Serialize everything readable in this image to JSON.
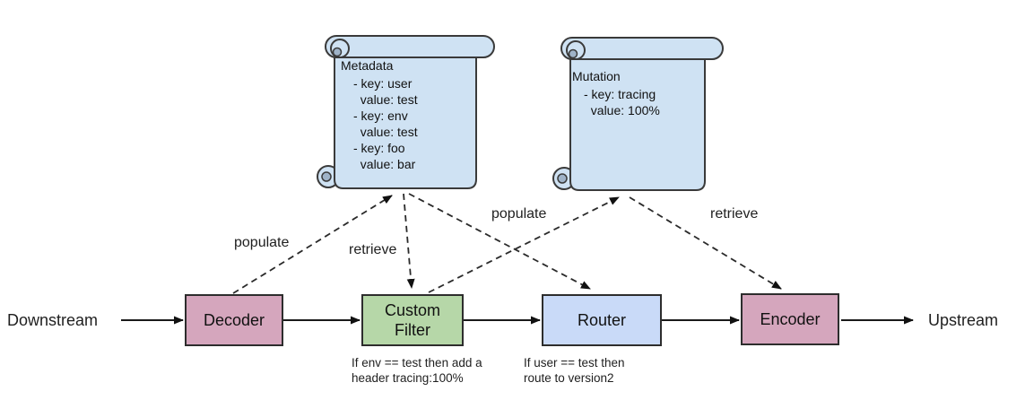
{
  "diagram": {
    "endpoints": {
      "left": "Downstream",
      "right": "Upstream"
    },
    "nodes": [
      {
        "id": "decoder",
        "label": "Decoder",
        "fill": "#d5a6bd"
      },
      {
        "id": "custom-filter",
        "label": "Custom Filter",
        "fill": "#b6d7a8",
        "note": "If env == test then add a\nheader tracing:100%"
      },
      {
        "id": "router",
        "label": "Router",
        "fill": "#c9daf8",
        "note": "If user == test then\nroute to version2"
      },
      {
        "id": "encoder",
        "label": "Encoder",
        "fill": "#d5a6bd"
      }
    ],
    "scrolls": [
      {
        "id": "metadata",
        "title": "Metadata",
        "body": "- key: user\n  value: test\n- key: env\n  value: test\n- key: foo\n  value: bar",
        "fill": "#cfe2f3"
      },
      {
        "id": "mutation",
        "title": "Mutation",
        "body": "- key: tracing\n  value: 100%",
        "fill": "#cfe2f3"
      }
    ],
    "edges": [
      {
        "from": "decoder",
        "to": "metadata",
        "label": "populate"
      },
      {
        "from": "metadata",
        "to": "custom-filter",
        "label": "retrieve"
      },
      {
        "from": "metadata",
        "to": "router",
        "label": ""
      },
      {
        "from": "custom-filter",
        "to": "mutation",
        "label": "populate"
      },
      {
        "from": "mutation",
        "to": "encoder",
        "label": "retrieve"
      }
    ],
    "colors": {
      "node_pink": "#d5a6bd",
      "node_green": "#b6d7a8",
      "node_blue": "#c9daf8",
      "scroll_blue": "#cfe2f3",
      "scroll_shade": "#9fb3c8",
      "line": "#1a1a1a"
    }
  }
}
